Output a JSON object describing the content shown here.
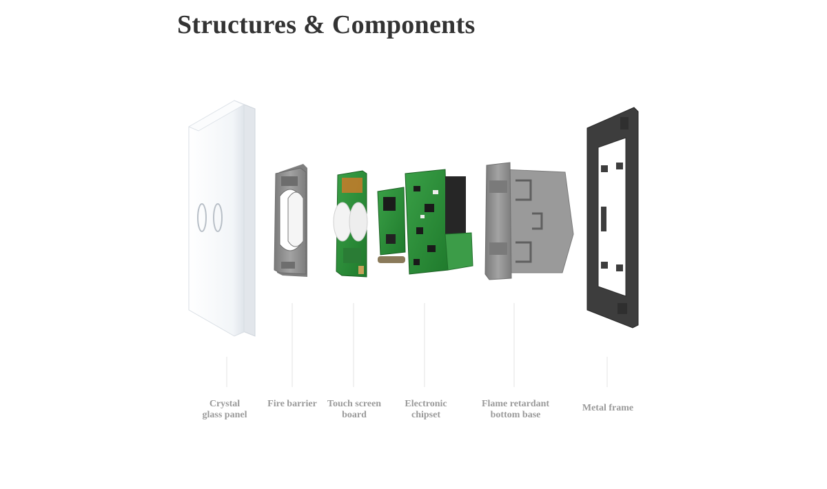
{
  "title": "Structures & Components",
  "colors": {
    "title": "#333333",
    "label": "#9a9a9a",
    "pcb": "#2e8b3a",
    "plastic": "#8c8c8c",
    "frame": "#3c3c3c",
    "glass": "#f4f7fa"
  },
  "components": [
    {
      "label": "Crystal\nglass panel",
      "icon": "crystal-glass-panel"
    },
    {
      "label": "Fire barrier",
      "icon": "fire-barrier"
    },
    {
      "label": "Touch screen\nboard",
      "icon": "touch-screen-board"
    },
    {
      "label": "Electronic\nchipset",
      "icon": "electronic-chipset"
    },
    {
      "label": "Flame retardant\nbottom base",
      "icon": "flame-retardant-bottom-base"
    },
    {
      "label": "Metal frame",
      "icon": "metal-frame"
    }
  ]
}
